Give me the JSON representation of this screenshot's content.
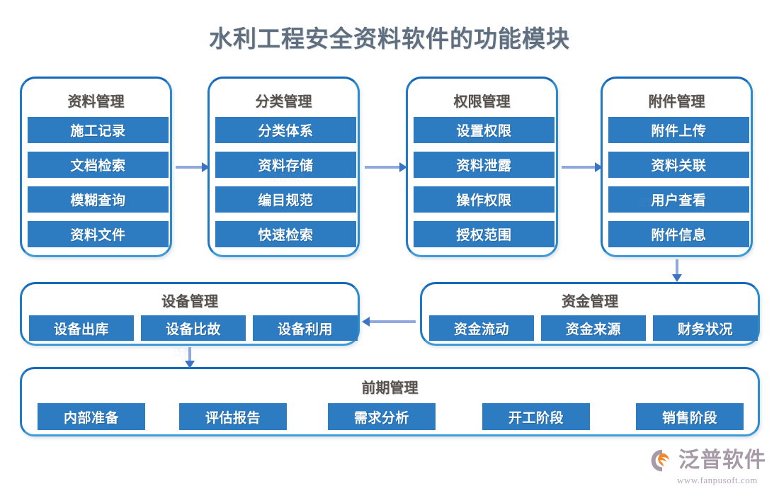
{
  "title": "水利工程安全资料软件的功能模块",
  "columns": [
    {
      "id": "ziliao",
      "title": "资料管理",
      "items": [
        "施工记录",
        "文档检索",
        "模糊查询",
        "资料文件"
      ]
    },
    {
      "id": "fenlei",
      "title": "分类管理",
      "items": [
        "分类体系",
        "资料存储",
        "编目规范",
        "快速检索"
      ]
    },
    {
      "id": "quanxian",
      "title": "权限管理",
      "items": [
        "设置权限",
        "资料泄露",
        "操作权限",
        "授权范围"
      ]
    },
    {
      "id": "fujian",
      "title": "附件管理",
      "items": [
        "附件上传",
        "资料关联",
        "用户查看",
        "附件信息"
      ]
    }
  ],
  "device": {
    "title": "设备管理",
    "items": [
      "设备出库",
      "设备比故",
      "设备利用"
    ]
  },
  "funds": {
    "title": "资金管理",
    "items": [
      "资金流动",
      "资金来源",
      "财务状况"
    ]
  },
  "preliminary": {
    "title": "前期管理",
    "items": [
      "内部准备",
      "评估报告",
      "需求分析",
      "开工阶段",
      "销售阶段"
    ]
  },
  "logo": {
    "name": "泛普软件",
    "url": "www.fanpusoft.com"
  },
  "colors": {
    "bar": "#2d7bc0",
    "card_border": "#1a72bd",
    "title": "#5f6f7f",
    "section_title": "#57514d",
    "arrow_line": "#8fa8dd",
    "arrow_head": "#3c73c4",
    "logo_text": "#a79aa8",
    "logo_mark": "#f0892a"
  }
}
